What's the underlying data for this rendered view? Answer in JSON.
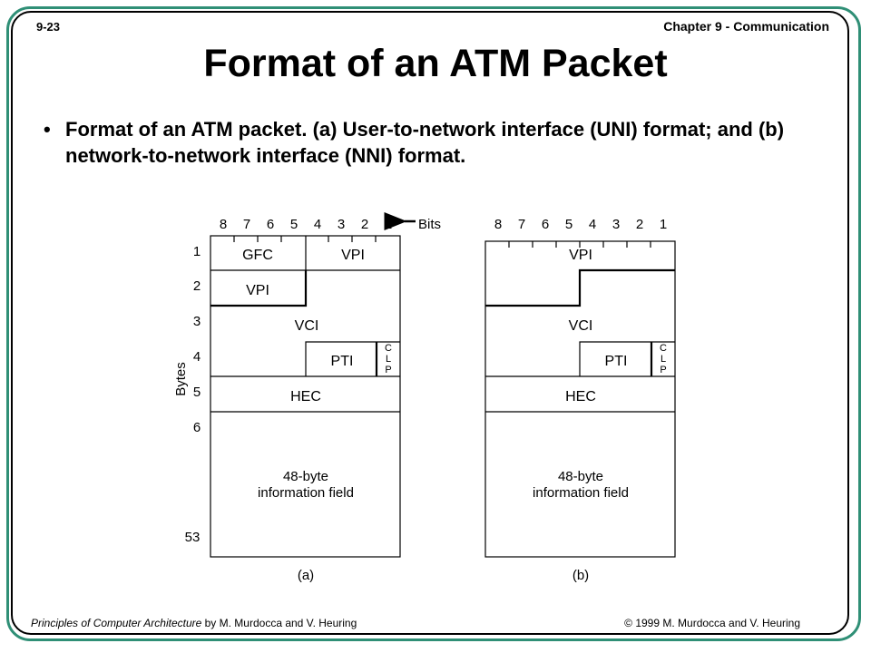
{
  "slide": {
    "number": "9-23",
    "chapter": "Chapter 9 - Communication",
    "title": "Format of an ATM Packet",
    "bullet": "Format of an ATM packet. (a) User-to-network interface (UNI) format; and (b) network-to-network interface (NNI) format."
  },
  "footer": {
    "book_title": "Principles of Computer Architecture",
    "book_authors": " by M. Murdocca and V. Heuring",
    "copyright": "© 1999 M. Murdocca and V. Heuring"
  },
  "diagram": {
    "bit_numbers": [
      "8",
      "7",
      "6",
      "5",
      "4",
      "3",
      "2",
      "1"
    ],
    "bits_label": "Bits",
    "bytes_label": "Bytes",
    "byte_numbers": [
      "1",
      "2",
      "3",
      "4",
      "5",
      "6",
      "53"
    ],
    "uni": {
      "caption": "(a)",
      "fields": {
        "gfc": "GFC",
        "vpi_top": "VPI",
        "vpi_second": "VPI",
        "vci": "VCI",
        "pti": "PTI",
        "clp": [
          "C",
          "L",
          "P"
        ],
        "hec": "HEC",
        "info_line1": "48-byte",
        "info_line2": "information field"
      }
    },
    "nni": {
      "caption": "(b)",
      "fields": {
        "vpi": "VPI",
        "vci": "VCI",
        "pti": "PTI",
        "clp": [
          "C",
          "L",
          "P"
        ],
        "hec": "HEC",
        "info_line1": "48-byte",
        "info_line2": "information field"
      }
    }
  },
  "colors": {
    "frame_accent": "#2f8f76",
    "ink": "#000000"
  }
}
